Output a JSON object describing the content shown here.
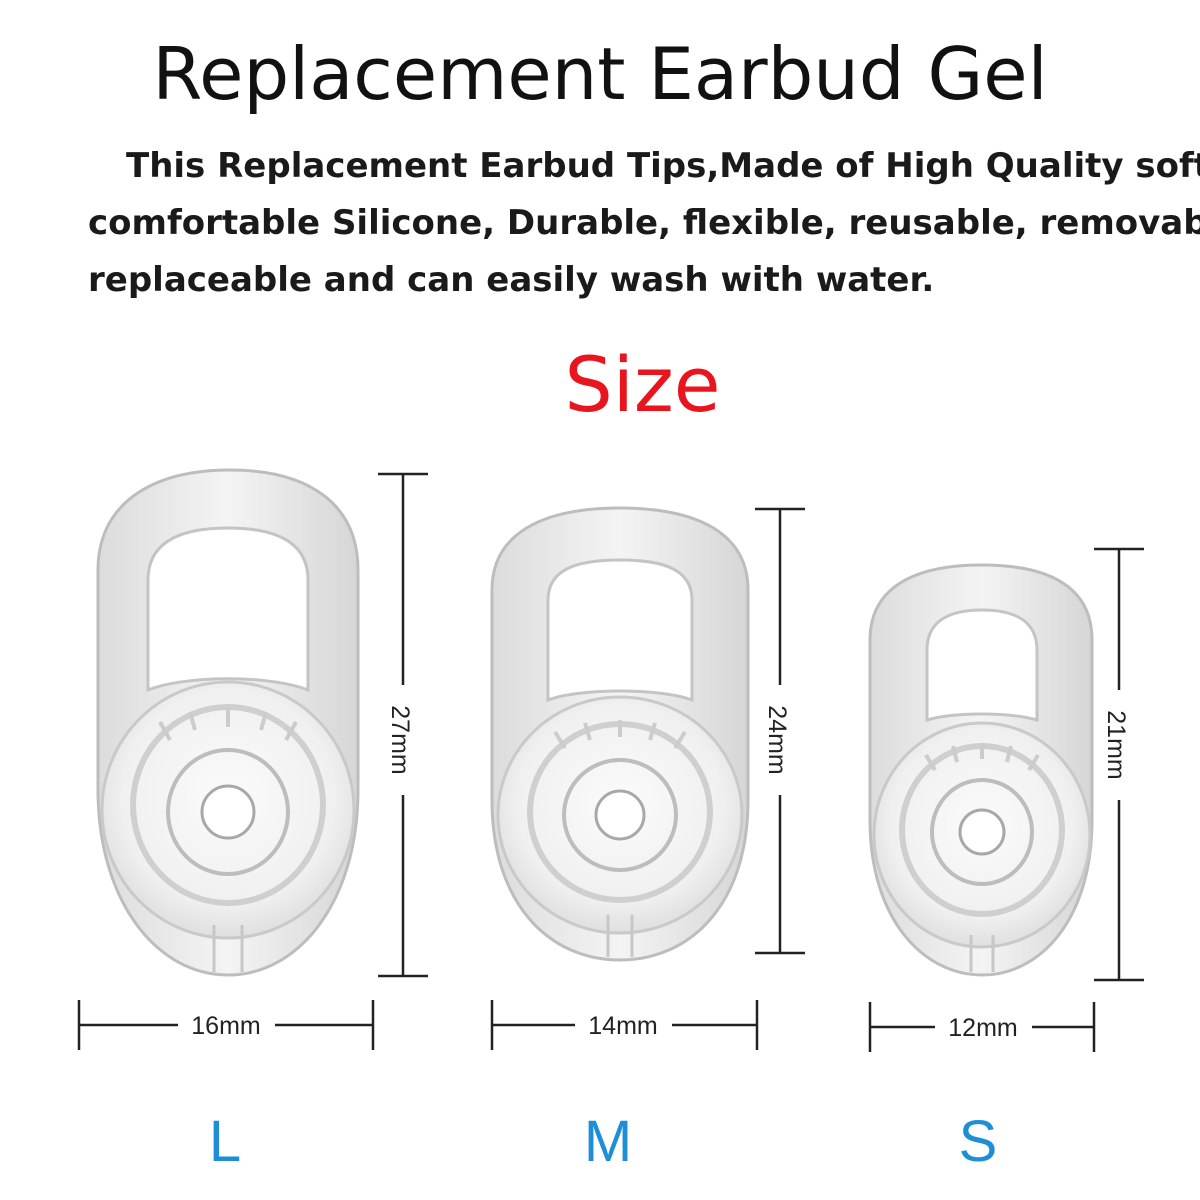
{
  "header": {
    "title": "Replacement Earbud Gel",
    "description_lines": [
      "This Replacement Earbud Tips,Made of High Quality soft",
      "comfortable Silicone, Durable, flexible, reusable, removable,",
      "replaceable and can easily wash with water."
    ]
  },
  "size_heading": "Size",
  "colors": {
    "title": "#111111",
    "size_heading": "#e8141e",
    "size_letters": "#1e8fd6",
    "dimension_lines": "#222222"
  },
  "earbuds": [
    {
      "size": "L",
      "height_label": "27mm",
      "width_label": "16mm",
      "icon": "earbud-gel-large-image"
    },
    {
      "size": "M",
      "height_label": "24mm",
      "width_label": "14mm",
      "icon": "earbud-gel-medium-image"
    },
    {
      "size": "S",
      "height_label": "21mm",
      "width_label": "12mm",
      "icon": "earbud-gel-small-image"
    }
  ]
}
